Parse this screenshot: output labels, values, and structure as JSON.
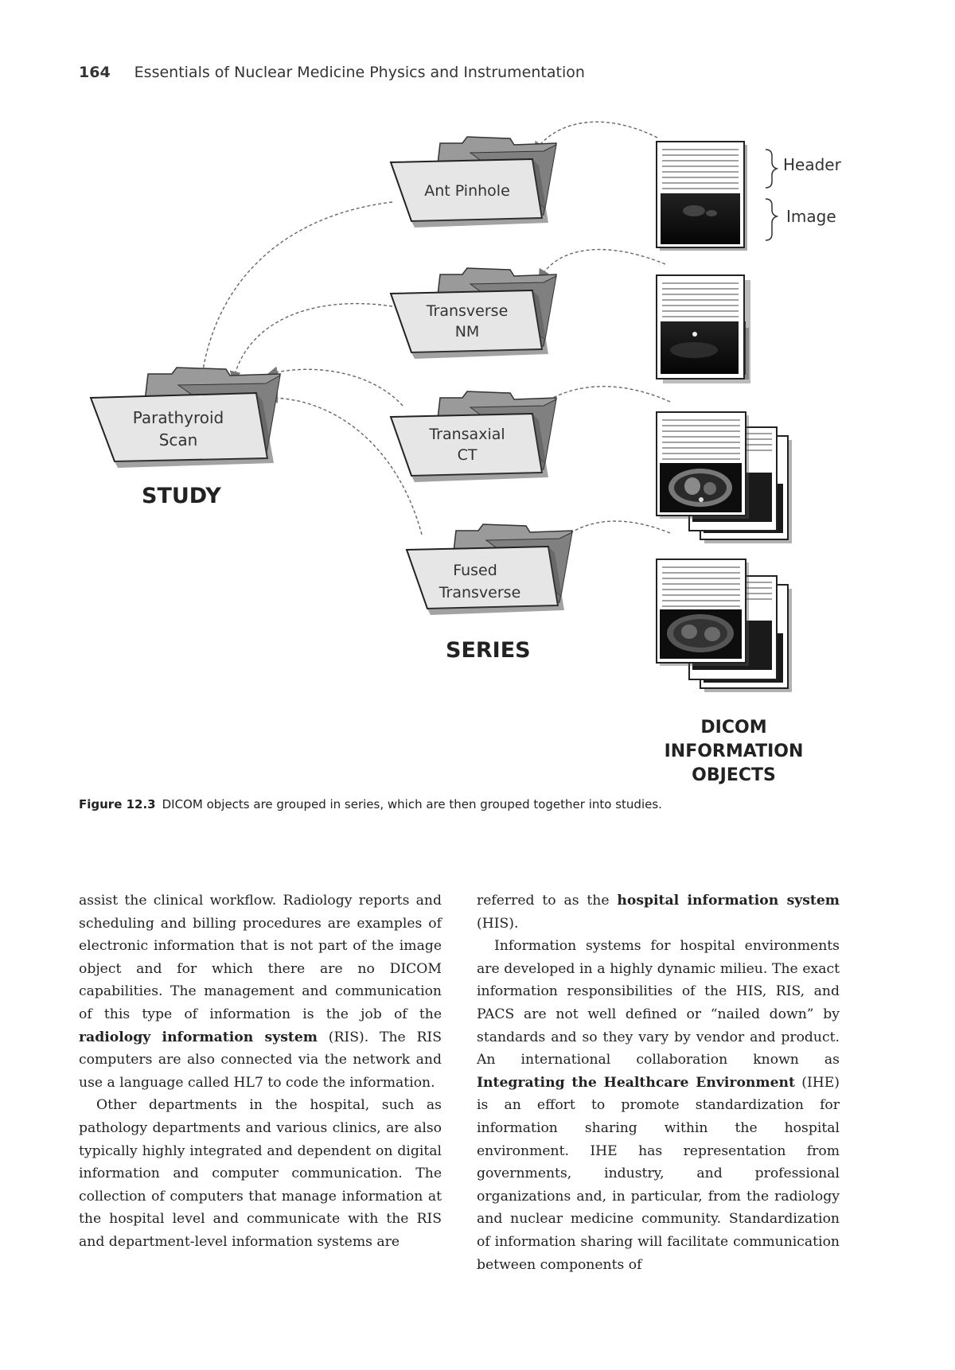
{
  "running_head": {
    "page_number": "164",
    "book_title": "Essentials of Nuclear Medicine Physics and Instrumentation"
  },
  "figure": {
    "study_folder": {
      "lines": [
        "Parathyroid",
        "Scan"
      ]
    },
    "series_folders": [
      {
        "lines": [
          "Ant Pinhole"
        ]
      },
      {
        "lines": [
          "Transverse",
          "NM"
        ]
      },
      {
        "lines": [
          "Transaxial",
          "CT"
        ]
      },
      {
        "lines": [
          "Fused",
          "Transverse"
        ]
      }
    ],
    "study_label": "STUDY",
    "series_label": "SERIES",
    "objects_label_lines": [
      "DICOM",
      "INFORMATION",
      "OBJECTS"
    ],
    "header_label": "Header",
    "image_label": "Image"
  },
  "caption": {
    "label": "Figure 12.3",
    "text": "DICOM objects are grouped in series, which are then grouped together into studies."
  },
  "left_column": [
    {
      "indent": false,
      "runs": [
        {
          "t": "assist the clinical workflow. Radiology reports and scheduling and billing procedures are examples of electronic information that is not part of the image object and for which there are no DICOM capabilities. The management and communication of this type of information is the job of the "
        },
        {
          "t": "radiology information system",
          "b": true
        },
        {
          "t": " (RIS). The RIS computers are also connected via the network and use a language called HL7 to code the information."
        }
      ]
    },
    {
      "indent": true,
      "runs": [
        {
          "t": "Other departments in the hospital, such as pathology departments and various clinics, are also typically highly integrated and dependent on digital information and computer communication. The collection of computers that manage information at the hospital level and communicate with the RIS and department-level information systems are"
        }
      ]
    }
  ],
  "right_column": [
    {
      "indent": false,
      "runs": [
        {
          "t": "referred to as the "
        },
        {
          "t": "hospital information system",
          "b": true
        },
        {
          "t": " (HIS)."
        }
      ]
    },
    {
      "indent": true,
      "runs": [
        {
          "t": "Information systems for hospital environments are developed in a highly dynamic milieu. The exact information responsibilities of the HIS, RIS, and PACS are not well defined or “nailed down” by standards and so they vary by vendor and product. An international collaboration known as "
        },
        {
          "t": "Integrating the Healthcare Environment",
          "b": true
        },
        {
          "t": " (IHE) is an effort to promote standardization for information sharing within the hospital environment. IHE has representation from governments, industry, and professional organizations and, in particular, from the radiology and nuclear medicine community. Standardization of information sharing will facilitate communication between components of"
        }
      ]
    }
  ]
}
